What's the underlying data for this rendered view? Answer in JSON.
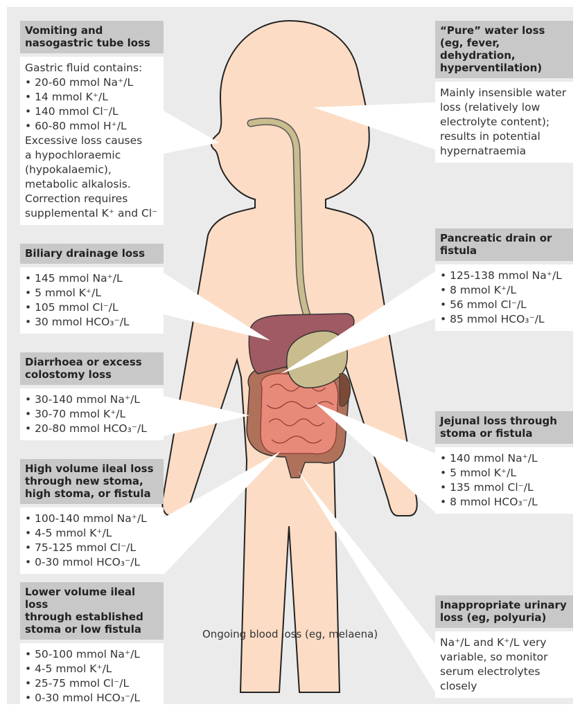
{
  "boxes": {
    "vomiting": {
      "title": [
        "Vomiting and",
        "nasogastric tube loss"
      ],
      "lines": [
        "Gastric fluid contains:",
        "• 20-60 mmol Na⁺/L",
        "• 14 mmol K⁺/L",
        "• 140 mmol Cl⁻/L",
        "• 60-80 mmol H⁺/L",
        "Excessive loss causes",
        "a hypochloraemic",
        "(hypokalaemic),",
        "metabolic alkalosis.",
        "Correction requires",
        "supplemental K⁺ and Cl⁻"
      ]
    },
    "biliary": {
      "title": [
        "Biliary drainage loss"
      ],
      "lines": [
        "• 145 mmol Na⁺/L",
        "• 5 mmol K⁺/L",
        "• 105 mmol Cl⁻/L",
        "• 30 mmol HCO₃⁻/L"
      ]
    },
    "diarrhoea": {
      "title": [
        "Diarrhoea or excess",
        "colostomy loss"
      ],
      "lines": [
        "• 30-140 mmol Na⁺/L",
        "• 30-70 mmol K⁺/L",
        "• 20-80 mmol HCO₃⁻/L"
      ]
    },
    "high_ileal": {
      "title": [
        "High volume ileal loss",
        "through new stoma,",
        "high stoma, or fistula"
      ],
      "lines": [
        "• 100-140 mmol Na⁺/L",
        "• 4-5 mmol K⁺/L",
        "• 75-125 mmol Cl⁻/L",
        "• 0-30 mmol HCO₃⁻/L"
      ]
    },
    "low_ileal": {
      "title": [
        "Lower volume ileal loss",
        "through established",
        "stoma or low fistula"
      ],
      "lines": [
        "• 50-100 mmol Na⁺/L",
        "• 4-5 mmol K⁺/L",
        "• 25-75 mmol Cl⁻/L",
        "• 0-30 mmol HCO₃⁻/L"
      ]
    },
    "pure_water": {
      "title": [
        "“Pure” water loss",
        "(eg, fever, dehydration,",
        "hyperventilation)"
      ],
      "lines": [
        "Mainly insensible water",
        "loss (relatively low",
        "electrolyte content);",
        "results in potential",
        "hypernatraemia"
      ]
    },
    "pancreatic": {
      "title": [
        "Pancreatic drain or",
        "fistula"
      ],
      "lines": [
        "• 125-138 mmol Na⁺/L",
        "• 8 mmol K⁺/L",
        "• 56 mmol Cl⁻/L",
        "• 85 mmol HCO₃⁻/L"
      ]
    },
    "jejunal": {
      "title": [
        "Jejunal loss through",
        "stoma or fistula"
      ],
      "lines": [
        "• 140 mmol Na⁺/L",
        "• 5 mmol K⁺/L",
        "• 135 mmol Cl⁻/L",
        "• 8 mmol HCO₃⁻/L"
      ]
    },
    "urinary": {
      "title": [
        "Inappropriate urinary",
        "loss (eg, polyuria)"
      ],
      "lines": [
        "Na⁺/L and  K⁺/L very",
        "variable, so monitor",
        "serum electrolytes",
        "closely"
      ]
    }
  },
  "caption": "Ongoing blood loss (eg, melaena)",
  "colors": {
    "background": "#ebebeb",
    "skin": "#fcdcc4",
    "header": "#c8c8c8",
    "liver": "#a05a64",
    "stomach": "#c9bc8e",
    "intestine": "#e88a7a",
    "colon": "#b0715a"
  }
}
